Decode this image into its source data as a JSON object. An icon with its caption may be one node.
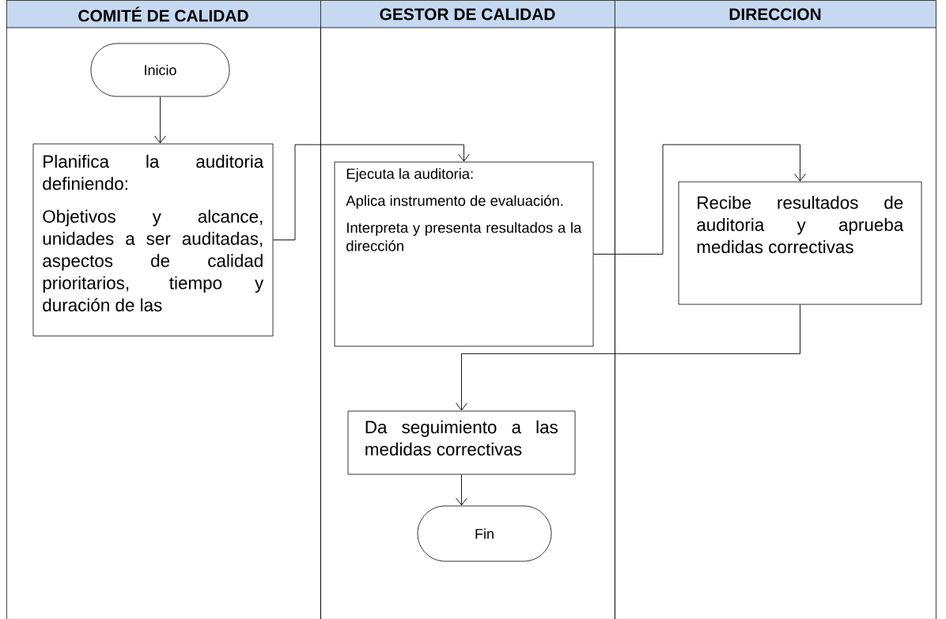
{
  "diagram": {
    "nodes": [
      {
        "text": [
          "COMITÉ DE CALIDAD"
        ]
      },
      {
        "text": [
          "GESTOR DE CALIDAD"
        ]
      },
      {
        "text": [
          "DIRECCION"
        ]
      },
      {
        "text": [
          "Inicio"
        ],
        "in": 0
      },
      {
        "text": [
          "Planifica la auditoria definiendo:",
          "Objetivos y alcance, unidades a ser auditadas, aspectos de calidad prioritarios, tiempo y duración de las"
        ],
        "in": 0
      },
      {
        "text": [
          "Ejecuta la auditoria:",
          "Aplica instrumento de evaluación.",
          "Interpreta y presenta resultados a la dirección"
        ],
        "in": 1
      },
      {
        "text": [
          "Recibe resultados de auditoria y aprueba medidas correctivas"
        ],
        "in": 2
      },
      {
        "text": [
          "Da seguimiento a las medidas correctivas"
        ],
        "in": 1
      },
      {
        "text": [
          "Fin"
        ],
        "in": 1
      }
    ],
    "edges": [
      {
        "from": 3,
        "to": 4,
        "arrow": "to"
      },
      {
        "from": 4,
        "to": 5,
        "arrow": "to"
      },
      {
        "from": 5,
        "to": 6,
        "arrow": "to"
      },
      {
        "from": 6,
        "to": 7,
        "arrow": "to"
      },
      {
        "from": 7,
        "to": 8,
        "arrow": "to"
      }
    ]
  }
}
